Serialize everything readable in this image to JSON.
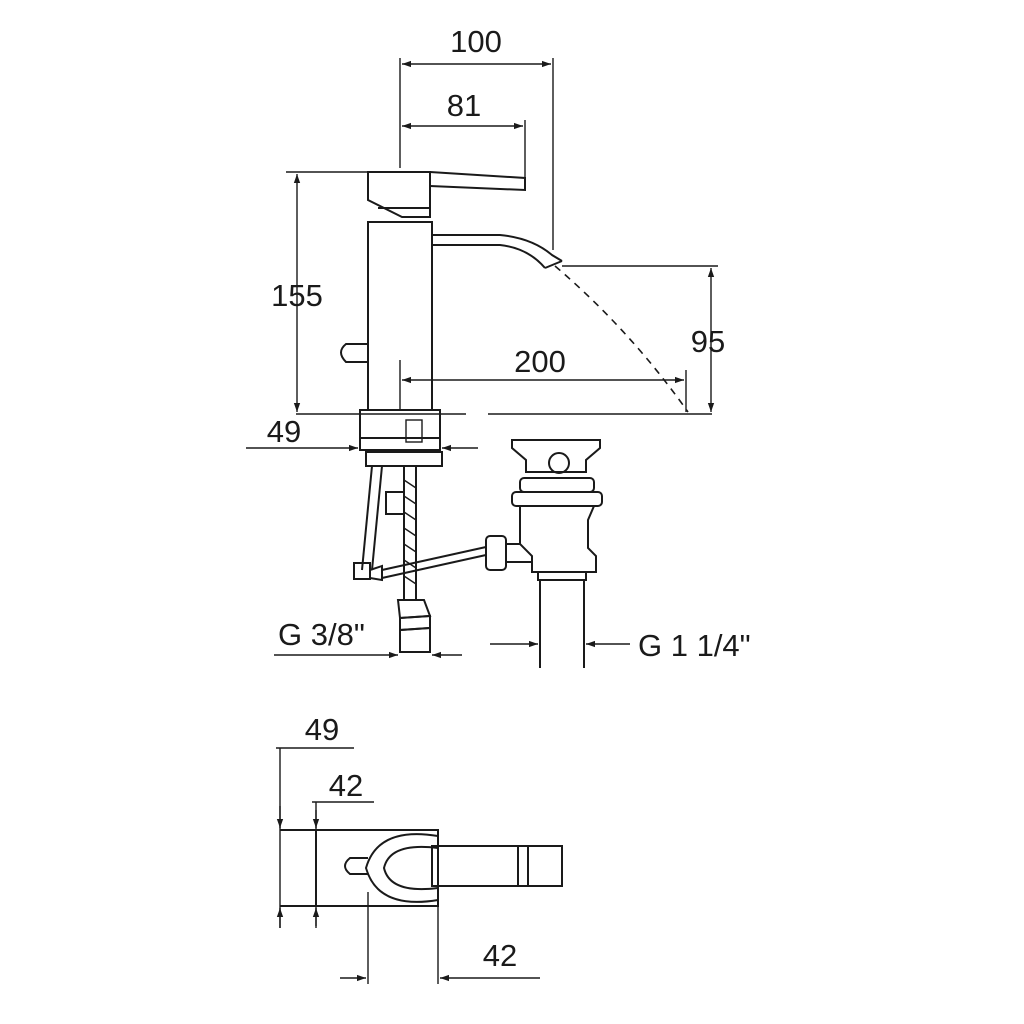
{
  "dimensions": {
    "spout_reach_total": "100",
    "spout_reach_lever": "81",
    "height_total": "155",
    "spout_height": "95",
    "jet_reach": "200",
    "base_diameter_side": "49",
    "inlet_thread": "G 3/8\"",
    "waste_thread": "G 1 1/4\"",
    "plan_depth_outer": "49",
    "plan_depth_inner": "42",
    "plan_lever_width": "42"
  },
  "colors": {
    "line": "#1a1a1a",
    "background": "#ffffff"
  }
}
